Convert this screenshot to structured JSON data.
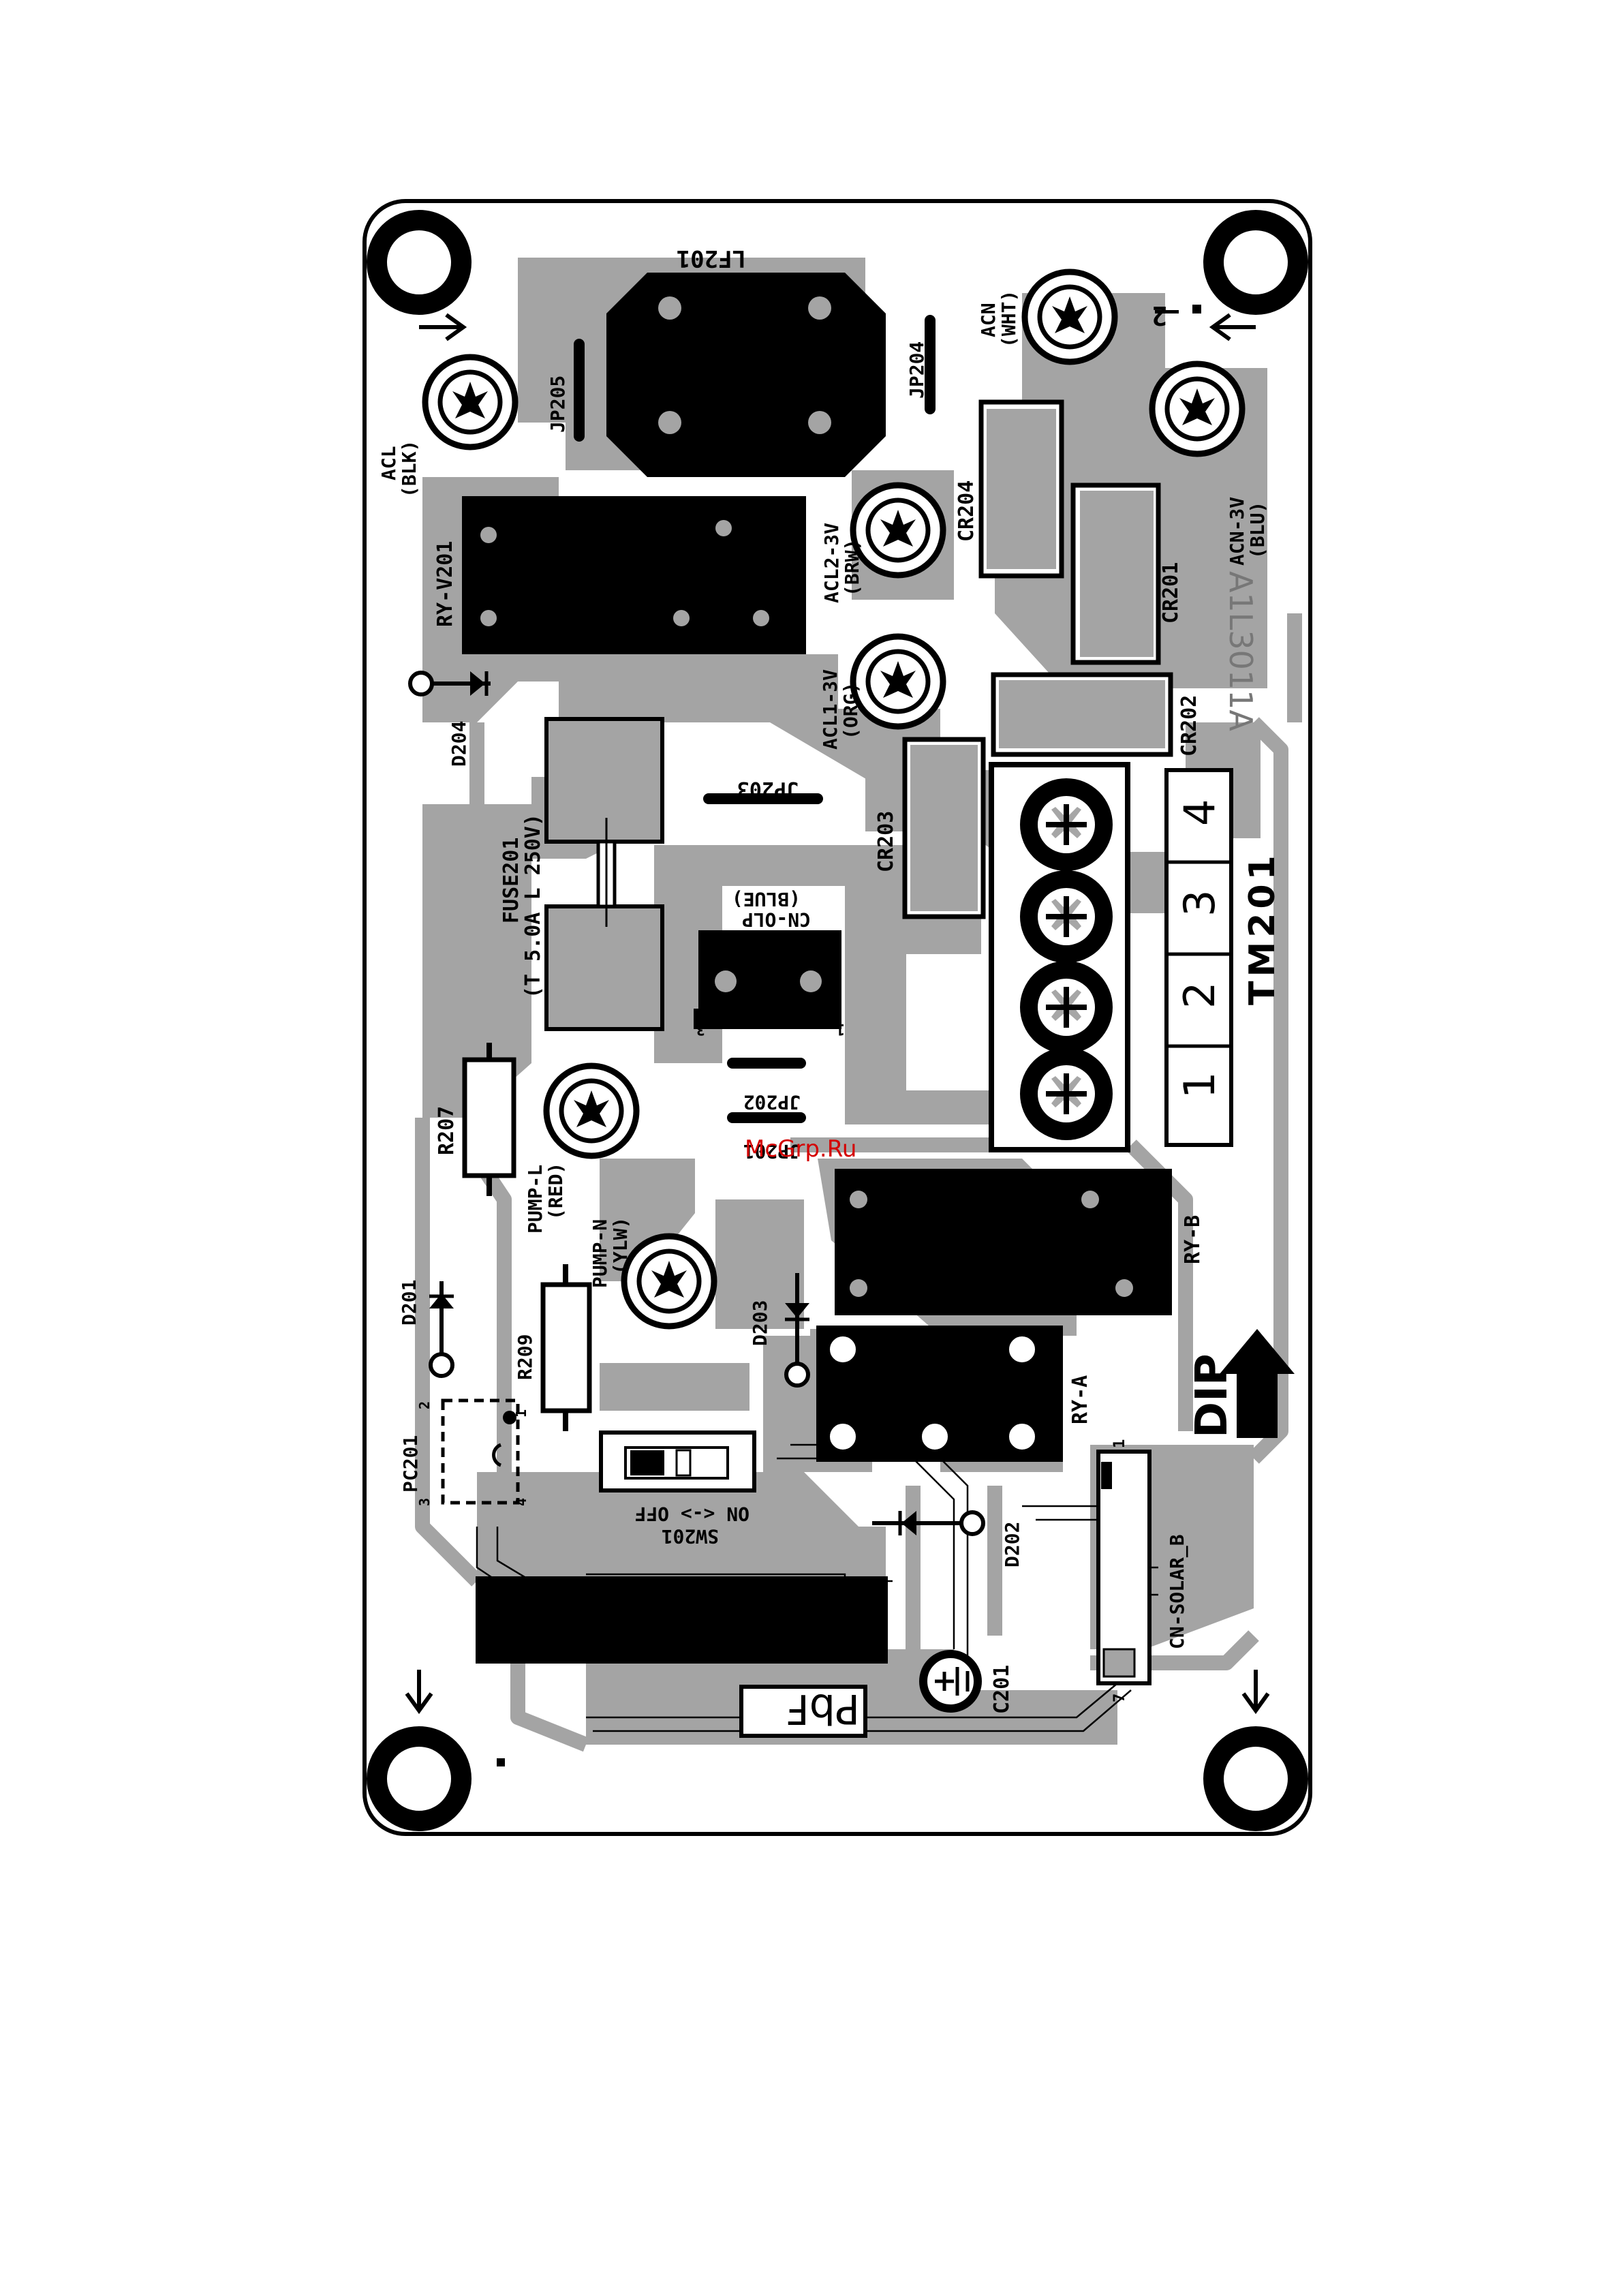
{
  "board": {
    "labels": {
      "lf201": "LF201",
      "jp205": "JP205",
      "jp204": "JP204",
      "acn": "ACN",
      "acn_color": "(WHT)",
      "acl": "ACL",
      "acl_color": "(BLK)",
      "acn3v": "ACN-3V",
      "acn3v_color": "(BLU)",
      "ryv201": "RY-V201",
      "acl23v": "ACL2-3V",
      "acl23v_color": "(BRW)",
      "cr204": "CR204",
      "cr201": "CR201",
      "cr202": "CR202",
      "cr203": "CR203",
      "acl13v": "ACL1-3V",
      "acl13v_color": "(ORG)",
      "d204": "D204",
      "fuse201": "FUSE201",
      "fuse201_rating": "(T 5.0A L 250V)",
      "jp203": "JP203",
      "cnolp": "CN-OLP",
      "cnolp_color": "(BLUE)",
      "jp202": "JP202",
      "jp201": "JP201",
      "r207": "R207",
      "pumpl": "PUMP-L",
      "pumpl_color": "(RED)",
      "pumpn": "PUMP-N",
      "pumpn_color": "(YLW)",
      "tm201": "TM201",
      "ryb": "RY-B",
      "rya": "RY-A",
      "d201": "D201",
      "d203": "D203",
      "d202": "D202",
      "r209": "R209",
      "pc201": "PC201",
      "sw201": "SW201",
      "sw201_pos": "ON <-> OFF",
      "cnsolar": "CN-SOLAR_B",
      "c201": "C201",
      "pbf": "PbF",
      "dip": "DIP",
      "version": "A1L3011A",
      "pin_two": "2",
      "pin_one": "1",
      "pin_three": "3",
      "pin_four": "4",
      "pin_seven": "7"
    },
    "terminal_numbers": [
      "1",
      "2",
      "3",
      "4"
    ]
  },
  "watermark": "McGrp.Ru"
}
